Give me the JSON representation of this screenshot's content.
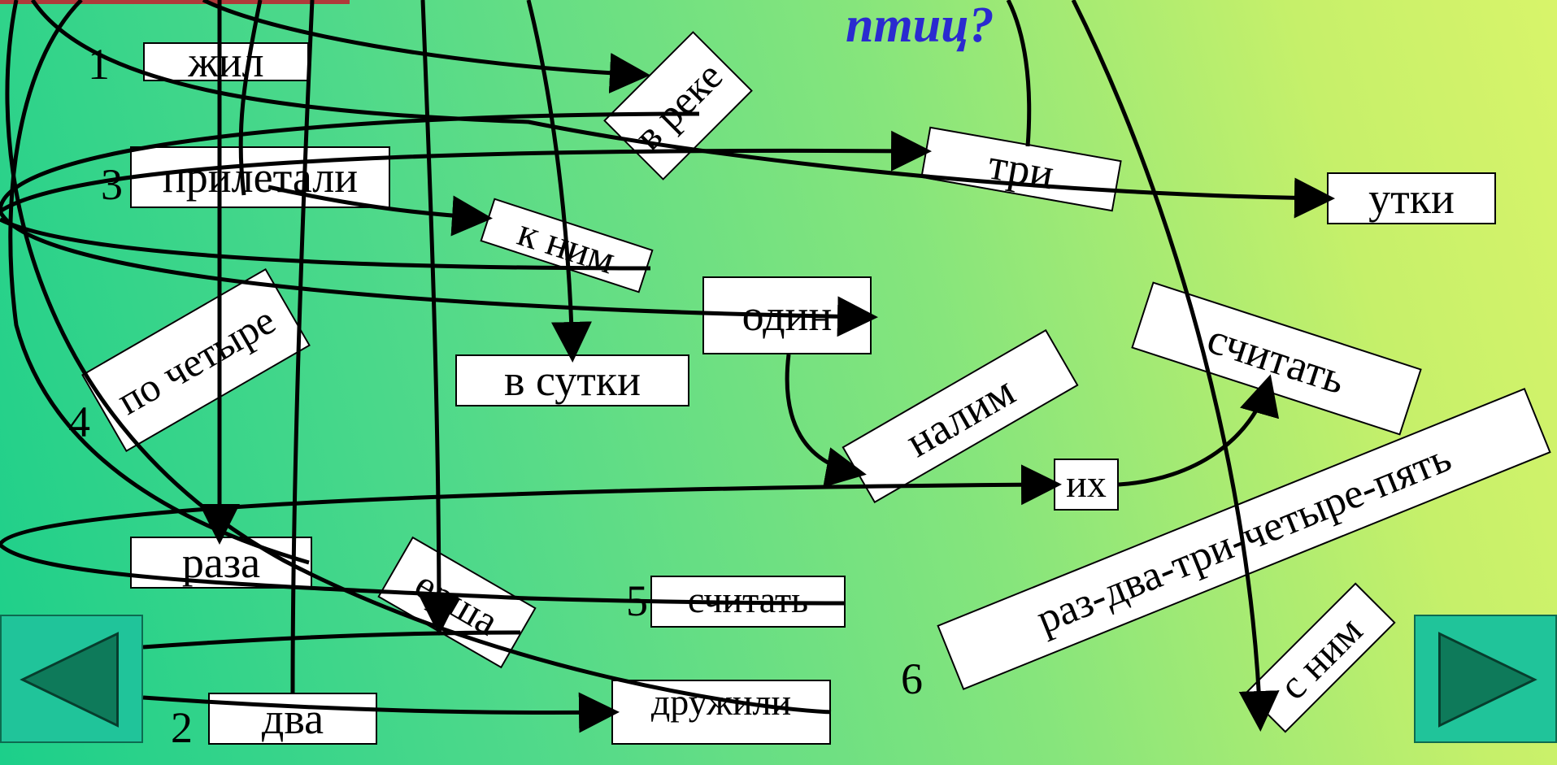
{
  "title": "птиц?",
  "numbers": [
    "1",
    "2",
    "3",
    "4",
    "5",
    "6"
  ],
  "words": {
    "zhil": "жил",
    "v_reke": "в реке",
    "tri": "три",
    "utki": "утки",
    "priletali": "прилетали",
    "k_nim": "к ним",
    "po_chetyre": "по четыре",
    "odin": "один",
    "schitat_1": "считать",
    "v_sutki": "в сутки",
    "nalim": "налим",
    "ih": "их",
    "raz_dva": "раз-два-три-четыре-пять",
    "raza": "раза",
    "ersha": "ерша",
    "schitat_2": "считать",
    "druzhili": "дружили",
    "s_nim": "с ним",
    "dva": "два"
  },
  "nav": {
    "prev_icon": "triangle-left-icon",
    "next_icon": "triangle-right-icon"
  },
  "colors": {
    "title": "#2a2ad0",
    "nav": "#20c49a",
    "nav_arrow": "#0e7a5a"
  }
}
